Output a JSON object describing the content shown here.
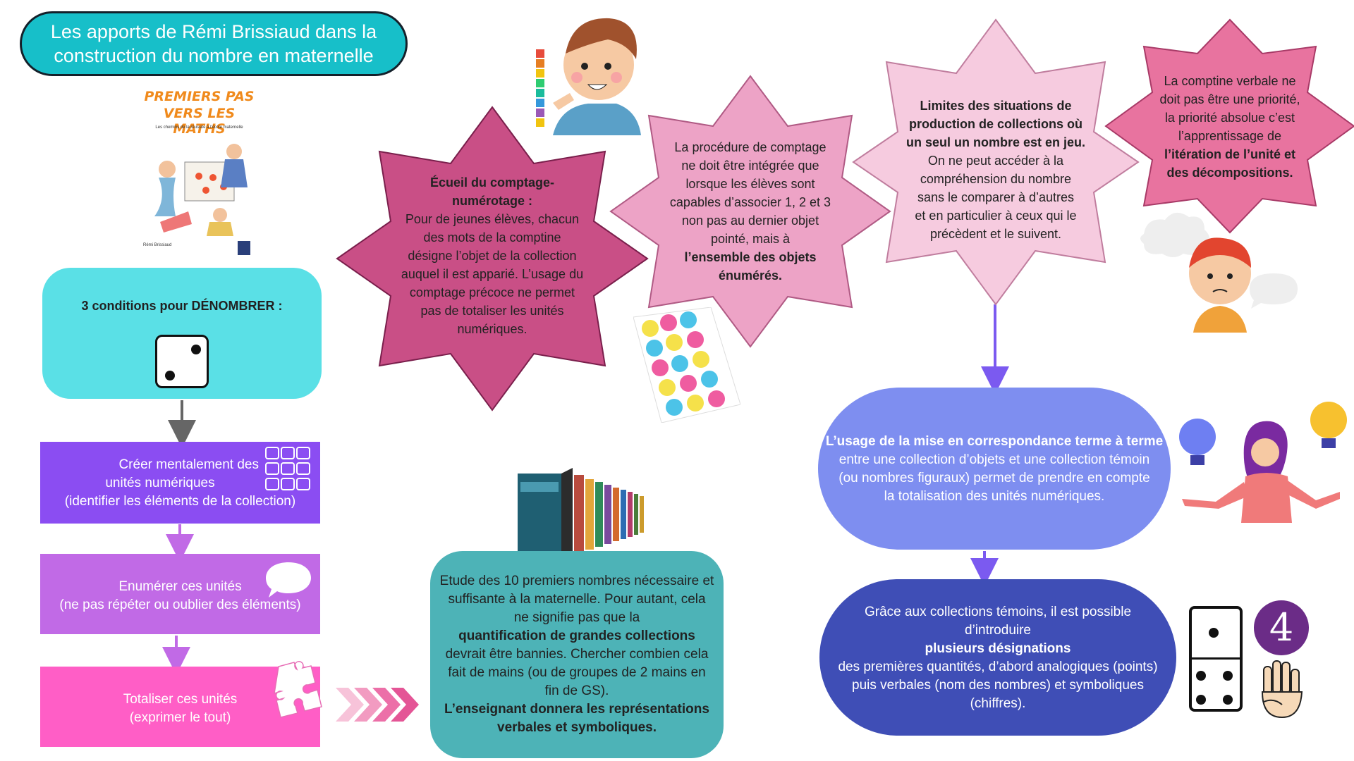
{
  "title": {
    "line1": "Les apports de Rémi Brissiaud dans la",
    "line2": "construction du nombre en maternelle"
  },
  "book": {
    "title_line1": "PREMIERS PAS",
    "title_line2": "VERS LES MATHS",
    "subtitle": "Les chemins de la réussite à l'école maternelle",
    "author": "Rémi Brissiaud"
  },
  "conditions": {
    "label": "3 conditions pour DÉNOMBRER :"
  },
  "steps": [
    {
      "line1": "Créer mentalement des",
      "line2": "unités numériques",
      "line3": "(identifier les éléments de la collection)"
    },
    {
      "line1": "Enumérer ces unités",
      "line2": "(ne pas répéter ou oublier des éléments)"
    },
    {
      "line1": "Totaliser ces unités",
      "line2": "(exprimer le tout)"
    }
  ],
  "star_ecueil": {
    "bold1": "Écueil du comptage-",
    "bold2": "numérotage :",
    "lines": [
      "Pour de jeunes élèves, chacun",
      "des mots de la comptine",
      "désigne l’objet de la collection",
      "auquel il est apparié. L’usage du",
      "comptage précoce ne permet",
      "pas de totaliser les unités",
      "numériques."
    ]
  },
  "star_procedure": {
    "lines": [
      "La procédure de comptage",
      "ne doit être intégrée que",
      "lorsque les élèves sont",
      "capables d’associer 1, 2 et 3",
      "non pas au dernier objet",
      "pointé, mais à"
    ],
    "bold1": "l’ensemble des objets",
    "bold2": "énumérés."
  },
  "star_limites": {
    "bold1": "Limites des situations de",
    "bold2": "production de collections où",
    "bold3": "un seul un nombre est en jeu.",
    "lines": [
      "On ne peut accéder à la",
      "compréhension du nombre",
      "sans le comparer à d’autres",
      "et en particulier à ceux qui le",
      "précèdent et le suivent."
    ]
  },
  "star_comptine": {
    "lines": [
      "La comptine verbale ne",
      "doit pas être une priorité,",
      "la priorité absolue c’est",
      "l’apprentissage de"
    ],
    "bold1": "l’itération de l’unité et",
    "bold2": "des décompositions."
  },
  "study": {
    "lines1": [
      "Etude des 10 premiers nombres nécessaire et",
      "suffisante à la maternelle. Pour autant, cela",
      "ne signifie pas que la"
    ],
    "bold_mid": "quantification de grandes collections",
    "lines2": [
      "devrait être bannies. Chercher combien cela",
      "fait de mains (ou de groupes de 2 mains en",
      "fin de GS)."
    ],
    "bold1": "L’enseignant donnera les représentations",
    "bold2": "verbales et symboliques."
  },
  "correspondence": {
    "bold": "L’usage de la mise en correspondance terme à terme",
    "lines": [
      "entre une collection d’objets et une collection témoin",
      "(ou nombres figuraux) permet de prendre en compte",
      "la totalisation des unités numériques."
    ]
  },
  "temoins": {
    "lines1": [
      "Grâce aux collections témoins, il est possible",
      "d’introduire"
    ],
    "bold": "plusieurs désignations",
    "lines2": [
      "des premières quantités, d’abord analogiques (points)",
      "puis verbales (nom des nombres) et symboliques",
      "(chiffres)."
    ]
  },
  "digit_four": "4",
  "colors": {
    "title_bg": "#17bfc9",
    "cyan": "#5ae0e6",
    "violet": "#8b4df2",
    "lilac": "#c16ae6",
    "pink": "#ff5ec6",
    "star_dark": "#c94f86",
    "star_mid": "#eda3c6",
    "star_light": "#f6cbdf",
    "star_hot": "#e8739f",
    "teal": "#4db3b7",
    "periwinkle": "#7e8ef0",
    "indigo": "#3f4eb6"
  },
  "icons": [
    "dice-icon",
    "grid-squares-icon",
    "speech-bubble-icon",
    "puzzle-icon",
    "chevrons-icon",
    "books-icon",
    "boy-counting-illustration",
    "puzzle-pieces-illustration",
    "thinking-boy-illustration",
    "woman-lightbulb-illustration",
    "domino-icon",
    "hand-four-icon"
  ]
}
